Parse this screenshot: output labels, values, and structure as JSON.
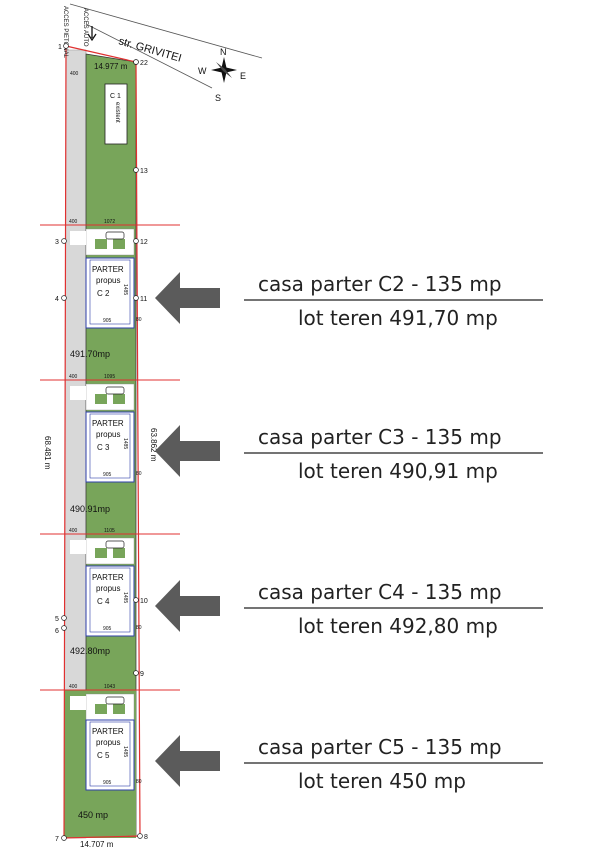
{
  "street": {
    "name": "str. GRIVITEI"
  },
  "access": {
    "auto": "ACCES AUTO",
    "pedestrian": "ACCES PIETONAL"
  },
  "compass": {
    "n": "N",
    "s": "S",
    "e": "E",
    "w": "W"
  },
  "dimensions": {
    "top_width": "14.977 m",
    "bottom_width": "14.707 m",
    "left_length": "68.481 m",
    "right_length": "63.862 m",
    "strip_width": "400",
    "house_width": "905",
    "house_depth": "1485",
    "setback": "80"
  },
  "points": [
    "1",
    "2",
    "3",
    "4",
    "5",
    "6",
    "7",
    "8",
    "9",
    "10",
    "11",
    "12",
    "13",
    "2"
  ],
  "existing": {
    "label": "C 1",
    "sublabel": "existent"
  },
  "lots": [
    {
      "house": "PARTER",
      "status": "propus",
      "code": "C 2",
      "area": "491.70mp",
      "frontage": "1072",
      "caption_house": "casa parter C2 - 135 mp",
      "caption_lot": "lot teren 491,70 mp"
    },
    {
      "house": "PARTER",
      "status": "propus",
      "code": "C 3",
      "area": "490.91mp",
      "frontage": "1095",
      "caption_house": "casa parter C3 - 135 mp",
      "caption_lot": "lot teren 490,91 mp"
    },
    {
      "house": "PARTER",
      "status": "propus",
      "code": "C 4",
      "area": "492.80mp",
      "frontage": "1105",
      "caption_house": "casa parter C4 - 135 mp",
      "caption_lot": "lot teren 492,80 mp"
    },
    {
      "house": "PARTER",
      "status": "propus",
      "code": "C 5",
      "area": "450 mp",
      "frontage": "1043",
      "caption_house": "casa parter C5 - 135 mp",
      "caption_lot": "lot teren 450 mp"
    }
  ],
  "colors": {
    "lawn": "#78a55a",
    "road": "#d8d8d8",
    "boundary": "#e03030",
    "house": "#2e3ea8",
    "arrow": "#5b5b5b"
  }
}
